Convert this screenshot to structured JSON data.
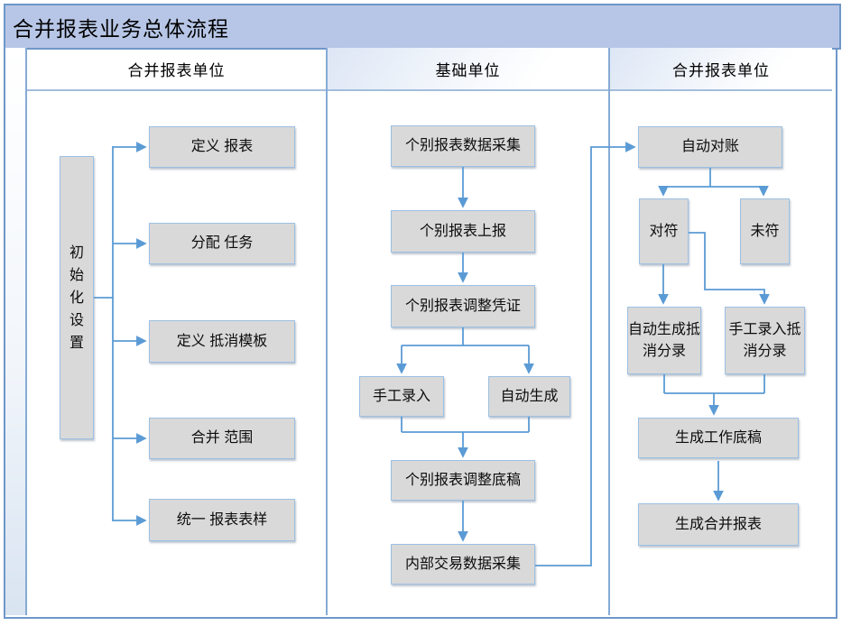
{
  "title": "合并报表业务总体流程",
  "columns": {
    "left": "合并报表单位",
    "middle": "基础单位",
    "right": "合并报表单位"
  },
  "nodes": {
    "init_setup": "初始化设置",
    "define_report": "定义 报表",
    "assign_task": "分配 任务",
    "define_offset_template": "定义 抵消模板",
    "consolidation_scope": "合并 范围",
    "unify_report_style": "统一 报表表样",
    "individual_data_collect": "个别报表数据采集",
    "individual_report_submit": "个别报表上报",
    "individual_adjust_voucher": "个别报表调整凭证",
    "manual_entry": "手工录入",
    "auto_generate": "自动生成",
    "individual_adjust_draft": "个别报表调整底稿",
    "internal_transaction_collect": "内部交易数据采集",
    "auto_reconciliation": "自动对账",
    "matched": "对符",
    "unmatched": "未符",
    "auto_offset_entries": "自动生成抵消分录",
    "manual_offset_entries": "手工录入抵消分录",
    "generate_working_paper": "生成工作底稿",
    "generate_consolidated_report": "生成合并报表"
  },
  "colors": {
    "title_bg": "#b7c6e6",
    "frame_border": "#6f97c8",
    "grid_line": "#85abd5",
    "node_fill": "#d9d9d9",
    "node_border": "#9cc0e4",
    "connector": "#5b9bd5",
    "text": "#0c0c0c"
  }
}
